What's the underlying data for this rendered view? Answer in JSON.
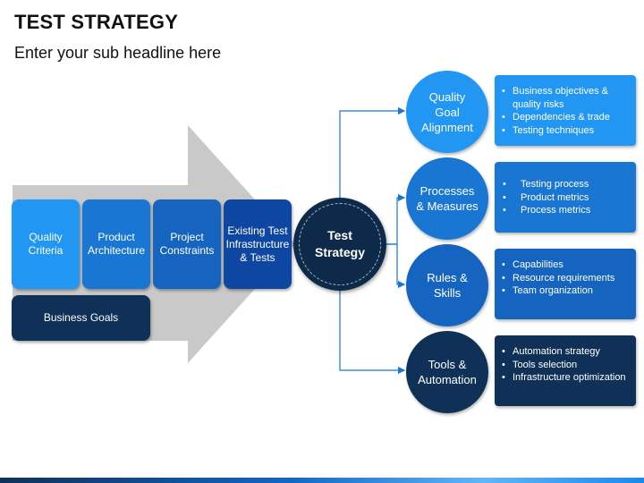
{
  "title": "TEST STRATEGY",
  "subtitle": "Enter your sub headline here",
  "colors": {
    "arrow": "#c9c9c9",
    "light_blue": "#2196f3",
    "mid_blue": "#1565c0",
    "dark_blue": "#0d47a1",
    "navy": "#0f3158",
    "center": "#0d2a4a",
    "connector": "#1976d2"
  },
  "inputs": [
    {
      "label": "Quality\nCriteria"
    },
    {
      "label": "Product\nArchitecture"
    },
    {
      "label": "Project\nConstraints"
    },
    {
      "label": "Existing Test\nInfrastructure\n& Tests"
    }
  ],
  "business_goals": "Business Goals",
  "center": "Test\nStrategy",
  "outputs": [
    {
      "label": "Quality\nGoal\nAlignment",
      "bullets": [
        "Business objectives & quality risks",
        "Dependencies & trade",
        "Testing techniques"
      ]
    },
    {
      "label": "Processes\n& Measures",
      "bullets": [
        "Testing process",
        "Product metrics",
        "Process metrics"
      ]
    },
    {
      "label": "Rules &\nSkills",
      "bullets": [
        "Capabilities",
        "Resource requirements",
        "Team organization"
      ]
    },
    {
      "label": "Tools &\nAutomation",
      "bullets": [
        "Automation strategy",
        "Tools selection",
        "Infrastructure optimization"
      ]
    }
  ]
}
